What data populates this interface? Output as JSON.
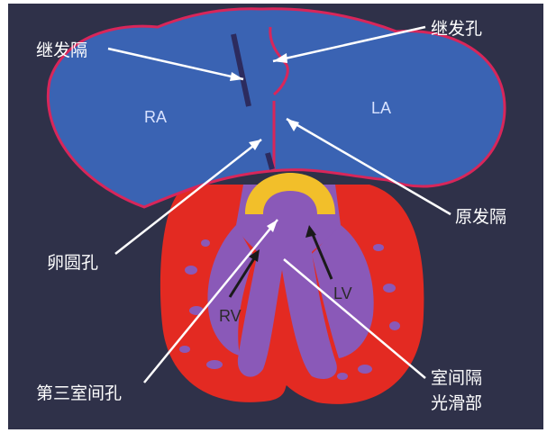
{
  "diagram": {
    "labels": {
      "secondary_septum": "继发隔",
      "secondary_foramen": "继发孔",
      "primary_septum": "原发隔",
      "foramen_ovale": "卵圆孔",
      "third_interventricular_foramen": "第三室间孔",
      "smooth_part_line1": "室间隔",
      "smooth_part_line2": "光滑部"
    },
    "chambers": {
      "ra": "RA",
      "la": "LA",
      "rv": "RV",
      "lv": "LV"
    },
    "colors": {
      "background": "#2f3149",
      "atria": "#3a63b3",
      "atria_border": "#d8265a",
      "ventricles": "#e32a22",
      "septum_purple": "#8a59b8",
      "cushion": "#f2bf2a",
      "septum_dark": "#2c2b5e",
      "text": "#ffffff"
    }
  }
}
